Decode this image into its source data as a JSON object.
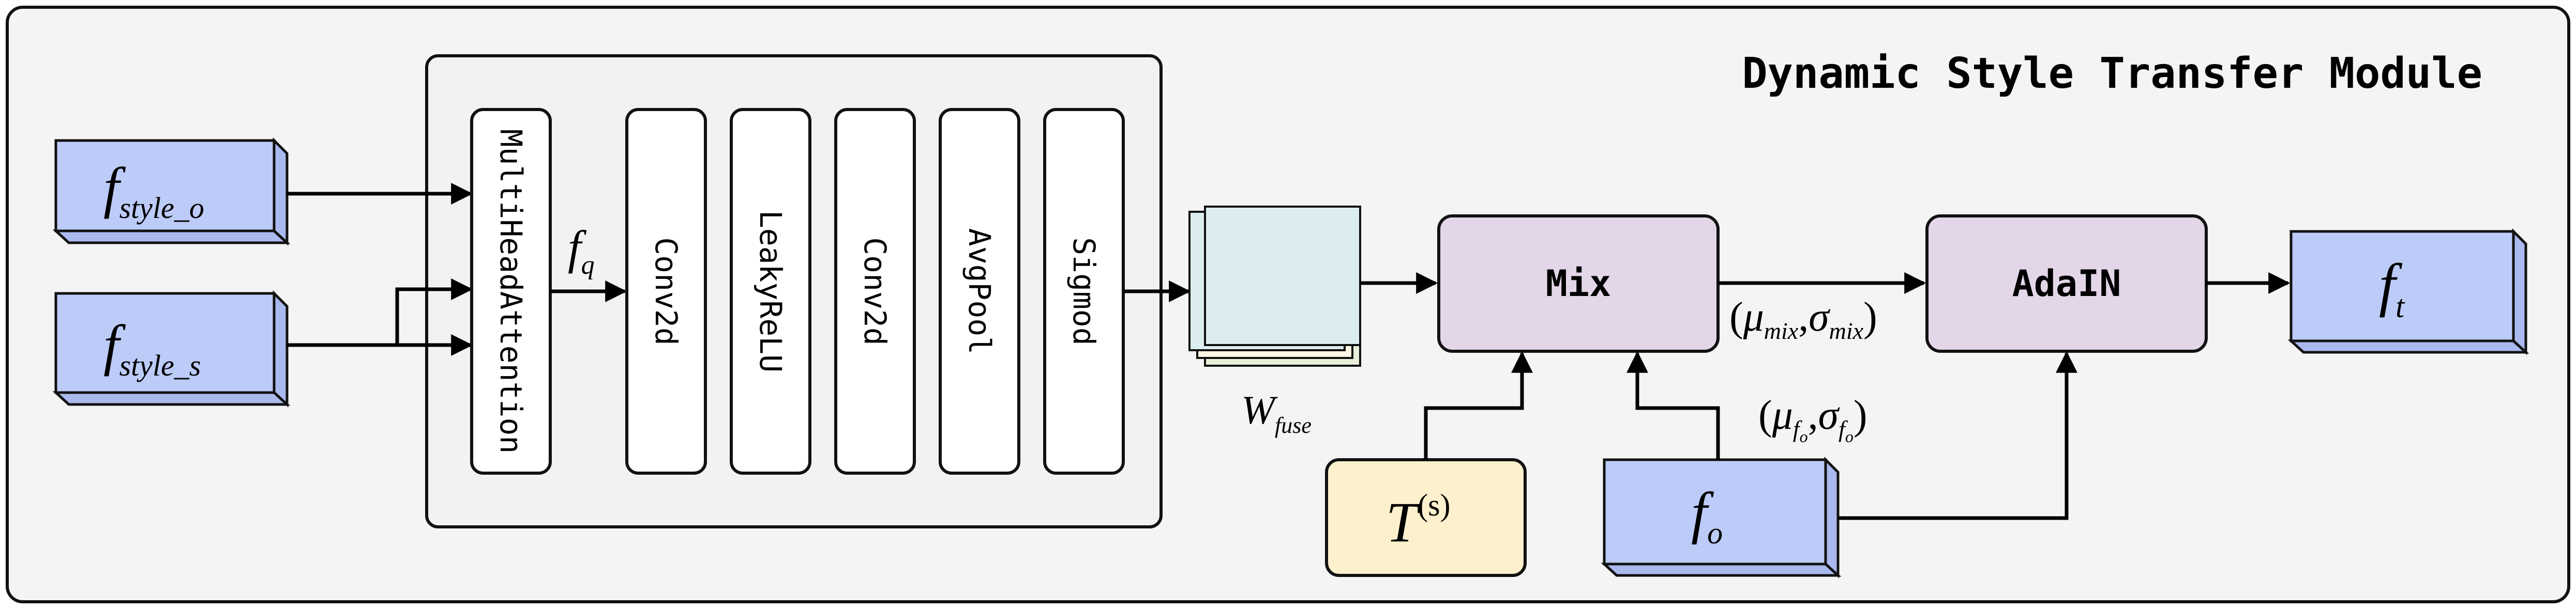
{
  "title": "Dynamic Style Transfer Module",
  "inputs": {
    "style_o": {
      "main": "f",
      "sub": "style_o"
    },
    "style_s": {
      "main": "f",
      "sub": "style_s"
    }
  },
  "fq": {
    "main": "f",
    "sub": "q"
  },
  "layers": [
    "MultiHeadAttention",
    "Conv2d",
    "LeakyReLU",
    "Conv2d",
    "AvgPool",
    "Sigmod"
  ],
  "w_fuse": {
    "main": "W",
    "sub": "fuse"
  },
  "mix": {
    "label": "Mix"
  },
  "adain": {
    "label": "AdaIN"
  },
  "mix_stats": {
    "mu": "μ",
    "mu_sub": "mix",
    "comma": ",",
    "sigma": "σ",
    "sigma_sub": "mix"
  },
  "fo_stats": {
    "mu": "μ",
    "mu_sub": "f",
    "mu_subsub": "o",
    "comma": ",",
    "sigma": "σ",
    "sigma_sub": "f",
    "sigma_subsub": "o"
  },
  "t_s": {
    "main": "T",
    "sup": "(s)"
  },
  "f_o": {
    "main": "f",
    "sub": "o"
  },
  "f_t": {
    "main": "f",
    "sub": "t"
  },
  "colors": {
    "blue": "#bccbf7",
    "blue_side": "#aab9ee",
    "purple": "#e2d6e8",
    "yellow": "#fdf0cc",
    "teal": "#dcedef",
    "panel": "#f4f4f4"
  }
}
